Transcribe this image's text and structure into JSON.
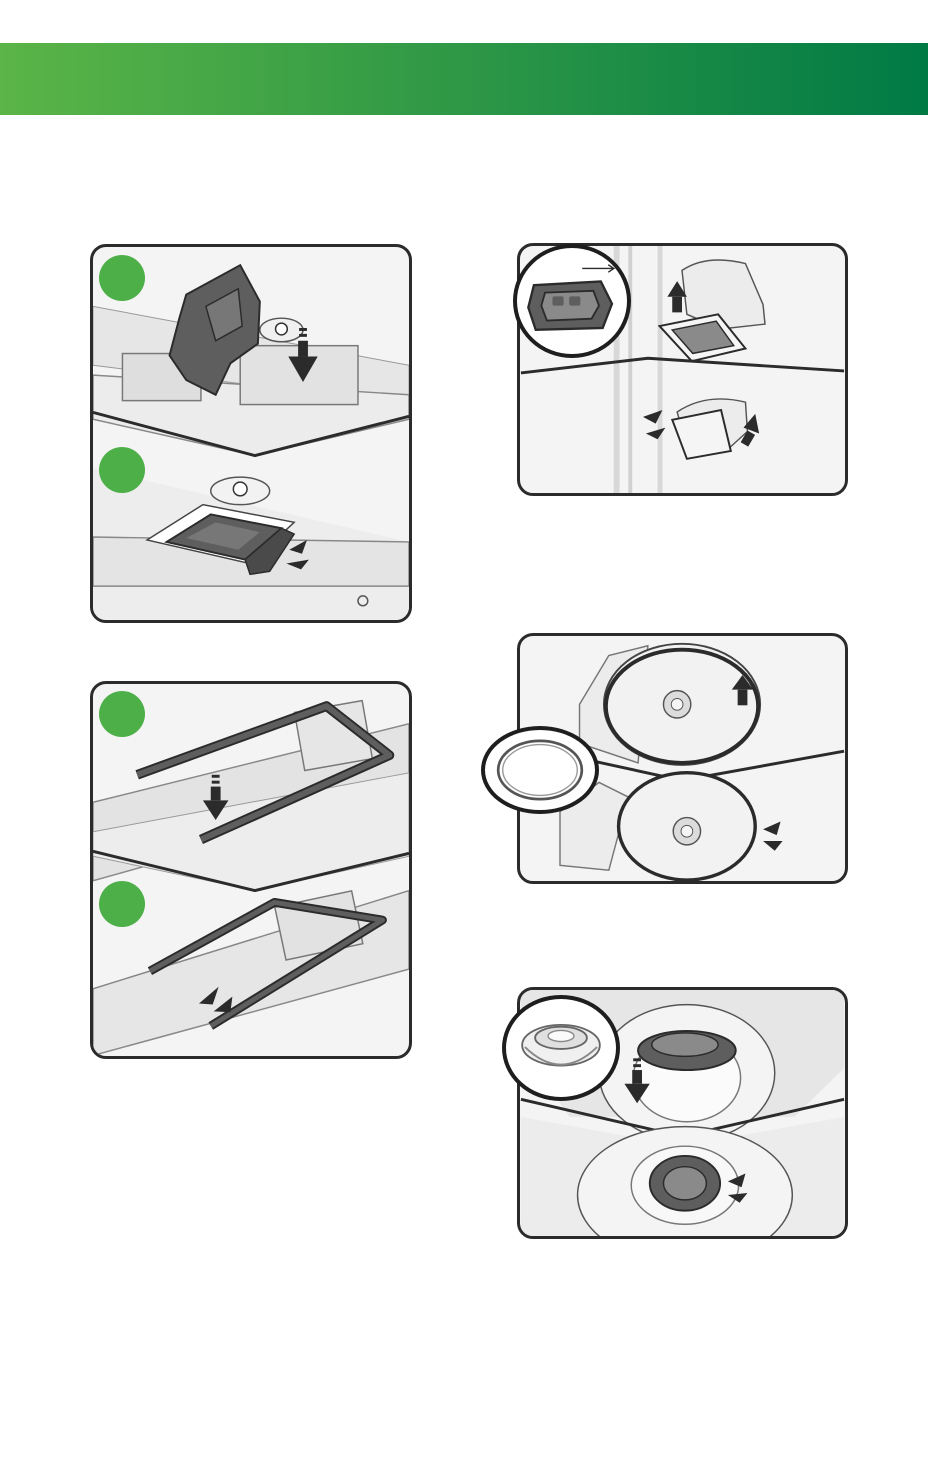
{
  "colors": {
    "header_start": "#5bb547",
    "header_end": "#007a45",
    "step_badge": "#4daf48",
    "outline": "#2b2b2b",
    "part_dark": "#5e5e5e",
    "part_mid": "#8a8a8a",
    "panel_bg": "#f4f4f4"
  },
  "icons": {
    "press_arrow": "down-arrow-icon",
    "lift_arrow": "up-arrow-icon",
    "click_marks": "click-indicator-icon"
  },
  "illustrations": [
    {
      "name": "plug-insert-press-down",
      "step_badges": 2
    },
    {
      "name": "channel-seal-fit",
      "step_badges": 2
    },
    {
      "name": "gasket-removal",
      "step_badges": 0
    },
    {
      "name": "large-ring-seal",
      "step_badges": 0
    },
    {
      "name": "valve-seal",
      "step_badges": 0
    }
  ]
}
